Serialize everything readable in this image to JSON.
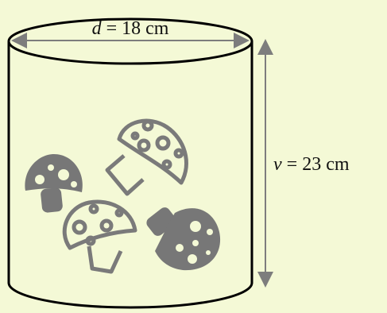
{
  "colors": {
    "background": "#f4f9d6",
    "outline": "#000000",
    "dimension_line": "#7d7d7d",
    "mushroom_fill": "#777777",
    "mushroom_outline_only": "#7a7a7a"
  },
  "diameter_label": {
    "var": "d",
    "text": " = 18 cm"
  },
  "height_label": {
    "var": "v",
    "text": " = 23 cm"
  },
  "icons": [
    "mushroom-icon-filled-small",
    "mushroom-icon-outline-top",
    "mushroom-icon-outline-bottom",
    "mushroom-icon-filled-large"
  ]
}
